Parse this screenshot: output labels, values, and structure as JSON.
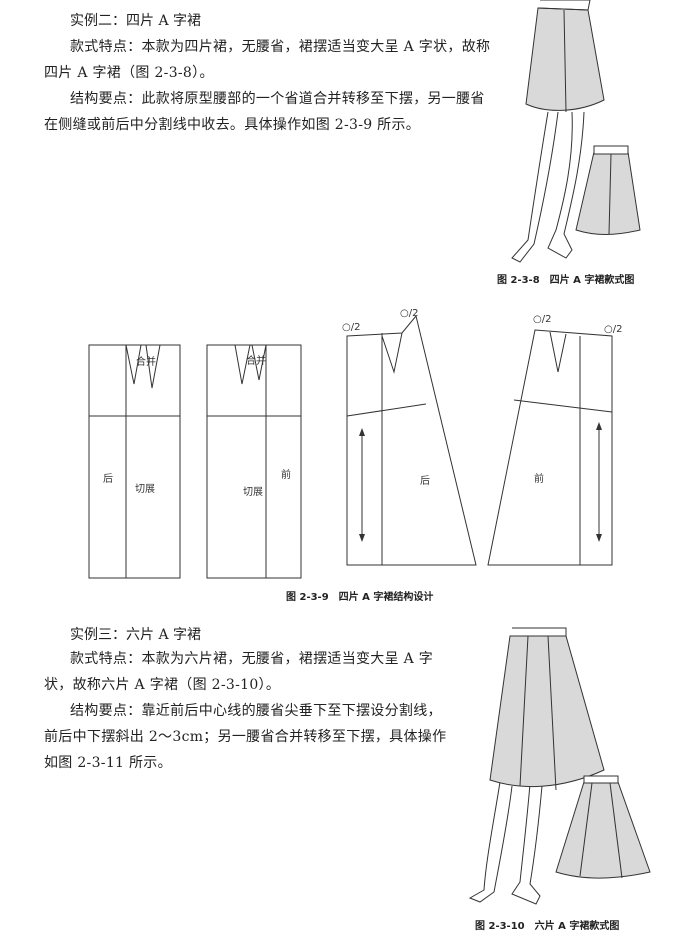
{
  "example2": {
    "title": "实例二：四片 A 字裙",
    "style_para": "款式特点：本款为四片裙，无腰省，裙摆适当变大呈 A 字状，故称四片 A 字裙（图 2-3-8）。",
    "structure_para": "结构要点：此款将原型腰部的一个省道合并转移至下摆，另一腰省在侧缝或前后中分割线中收去。具体操作如图 2-3-9 所示。",
    "fig_style_caption": "图 2-3-8　四片 A 字裙款式图",
    "fig_structure_caption": "图 2-3-9　四片 A 字裙结构设计"
  },
  "example3": {
    "title": "实例三：六片 A 字裙",
    "style_para": "款式特点：本款为六片裙，无腰省，裙摆适当变大呈 A 字状，故称六片 A 字裙（图 2-3-10）。",
    "structure_para": "结构要点：靠近前后中心线的腰省尖垂下至下摆设分割线，前后中下摆斜出 2～3cm；另一腰省合并转移至下摆，具体操作如图 2-3-11 所示。",
    "fig_style_caption": "图 2-3-10　六片 A 字裙款式图"
  },
  "diagram_labels": {
    "merge": "合并",
    "cut": "切展",
    "back": "后",
    "front": "前",
    "mark_half": "○/2"
  }
}
